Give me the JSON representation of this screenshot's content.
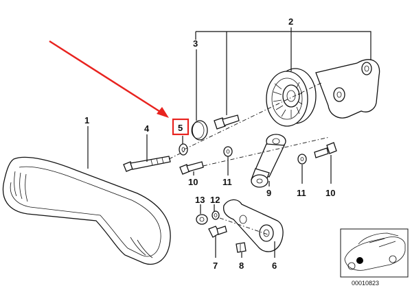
{
  "callouts": {
    "belt": "1",
    "tensioner_pulley": "2",
    "cap": "3",
    "bolt_long": "4",
    "washer_highlighted": "5",
    "bracket": "6",
    "bolt_bracket": "7",
    "bolt_small": "8",
    "shock_absorber": "9",
    "bolt_left": "10",
    "washer_left": "11",
    "sleeve": "12",
    "nut": "13",
    "bolt_right": "10",
    "washer_right": "11"
  },
  "diagram_id": "00010823",
  "colors": {
    "arrow": "#e8231f",
    "highlight_box": "#e8231f",
    "line": "#111111",
    "car_dot": "#000000"
  }
}
